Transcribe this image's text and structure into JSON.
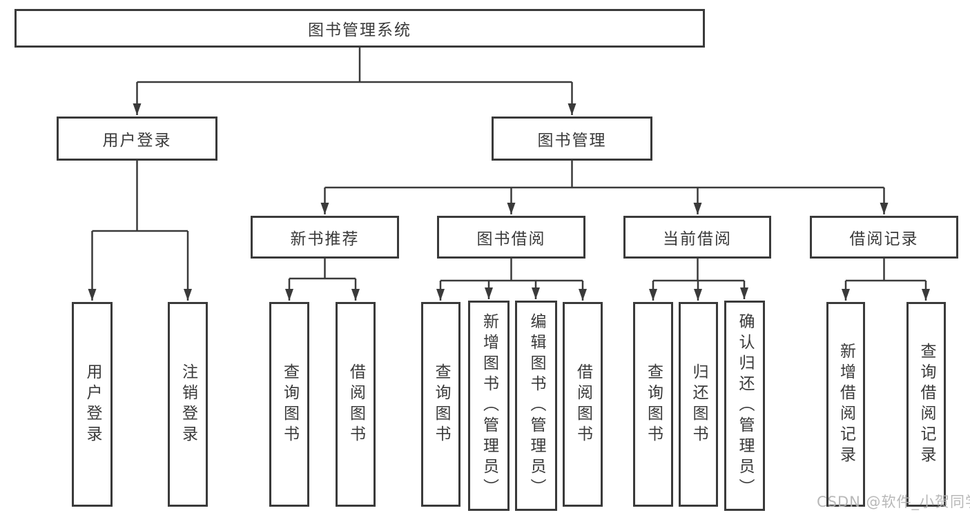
{
  "diagram": {
    "title_box": "图书管理系统",
    "modules": [
      {
        "label": "用户登录",
        "children": [
          "用户登录",
          "注销登录"
        ]
      },
      {
        "label": "图书管理",
        "submodules": [
          {
            "label": "新书推荐",
            "children": [
              "查询图书",
              "借阅图书"
            ]
          },
          {
            "label": "图书借阅",
            "children": [
              "查询图书",
              "新增图书（管理员）",
              "编辑图书（管理员）",
              "借阅图书"
            ]
          },
          {
            "label": "当前借阅",
            "children": [
              "查询图书",
              "归还图书",
              "确认归还（管理员）"
            ]
          },
          {
            "label": "借阅记录",
            "children": [
              "新增借阅记录",
              "查询借阅记录"
            ]
          }
        ]
      }
    ],
    "watermark": "CSDN @软件_小贺同学",
    "colors": {
      "line": "#3a3a3a",
      "background": "#ffffff",
      "watermark": "#b2b2b2"
    }
  }
}
